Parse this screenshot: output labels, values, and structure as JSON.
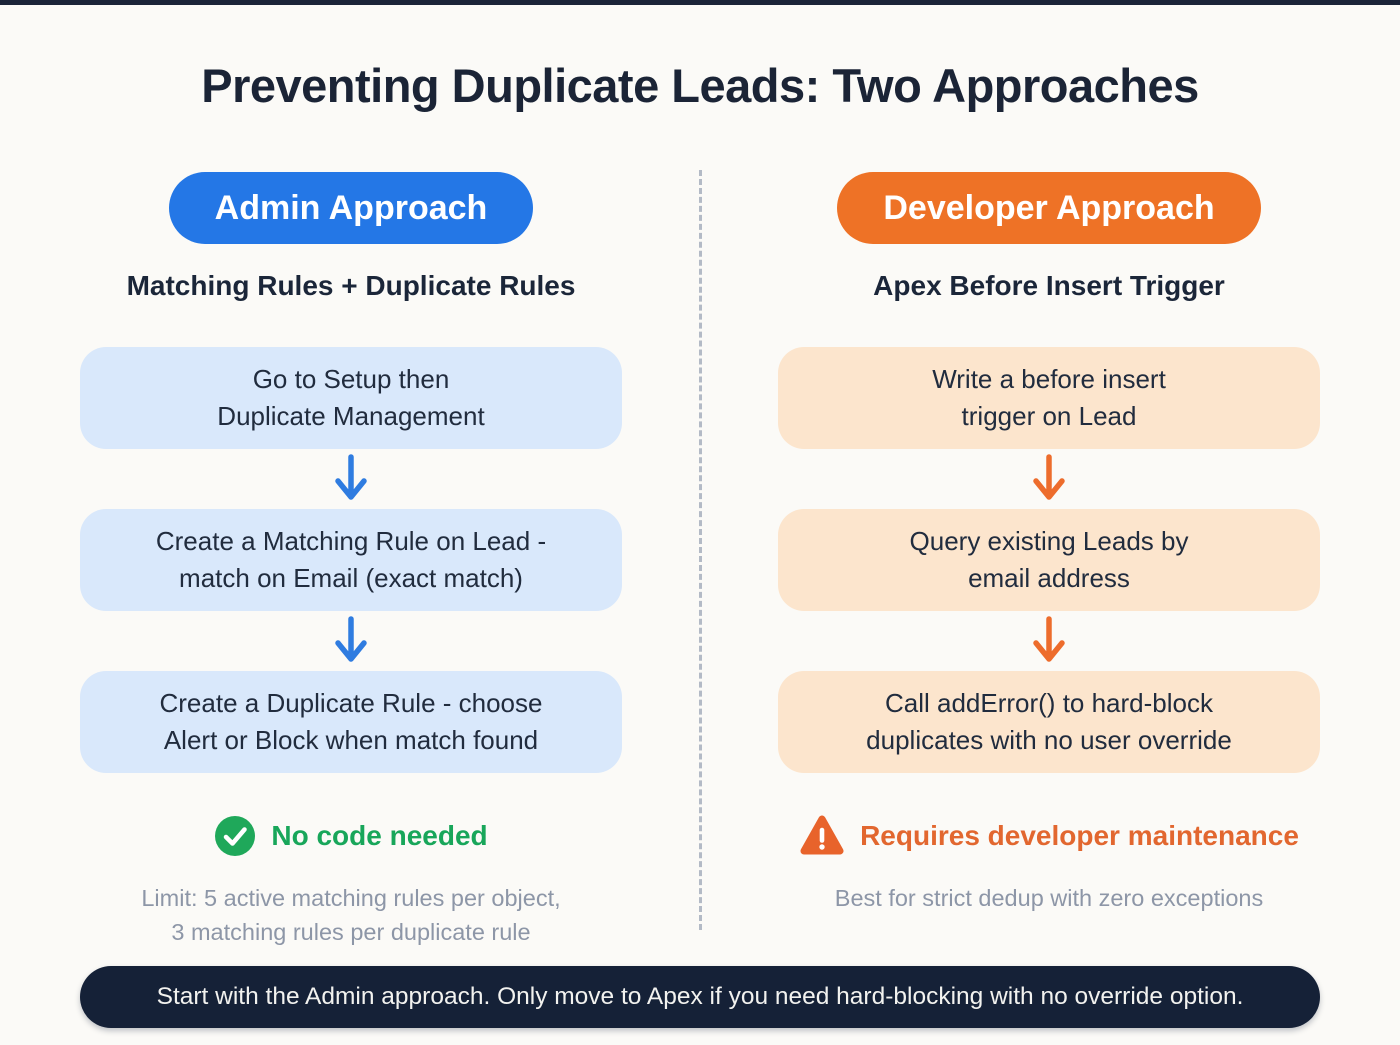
{
  "page": {
    "title": "Preventing Duplicate Leads: Two Approaches",
    "footer_note": "Start with the Admin approach. Only move to Apex if you need hard-blocking with no override option."
  },
  "colors": {
    "admin_accent": "#2477e6",
    "admin_box_bg": "#d9e8fb",
    "dev_accent": "#ee7226",
    "dev_box_bg": "#fce5cd",
    "success_green": "#18a65a",
    "warning_orange": "#e2672f",
    "title_navy": "#1b2436",
    "footer_navy": "#152137",
    "muted_gray": "#8d96a7",
    "page_bg": "#fbfaf7"
  },
  "admin": {
    "badge": "Admin Approach",
    "subtitle": "Matching Rules + Duplicate Rules",
    "steps": [
      "Go to Setup then\nDuplicate Management",
      "Create a Matching Rule on Lead -\nmatch on Email (exact match)",
      "Create a Duplicate Rule - choose\nAlert or Block when match found"
    ],
    "verdict": "No code needed",
    "verdict_icon": "check-circle-icon",
    "note": "Limit: 5 active matching rules per object,\n3 matching rules per duplicate rule"
  },
  "developer": {
    "badge": "Developer Approach",
    "subtitle": "Apex Before Insert Trigger",
    "steps": [
      "Write a before insert\ntrigger on Lead",
      "Query existing Leads by\nemail address",
      "Call addError() to hard-block\nduplicates with no user override"
    ],
    "verdict": "Requires developer maintenance",
    "verdict_icon": "warning-triangle-icon",
    "note": "Best for strict dedup with zero exceptions"
  }
}
